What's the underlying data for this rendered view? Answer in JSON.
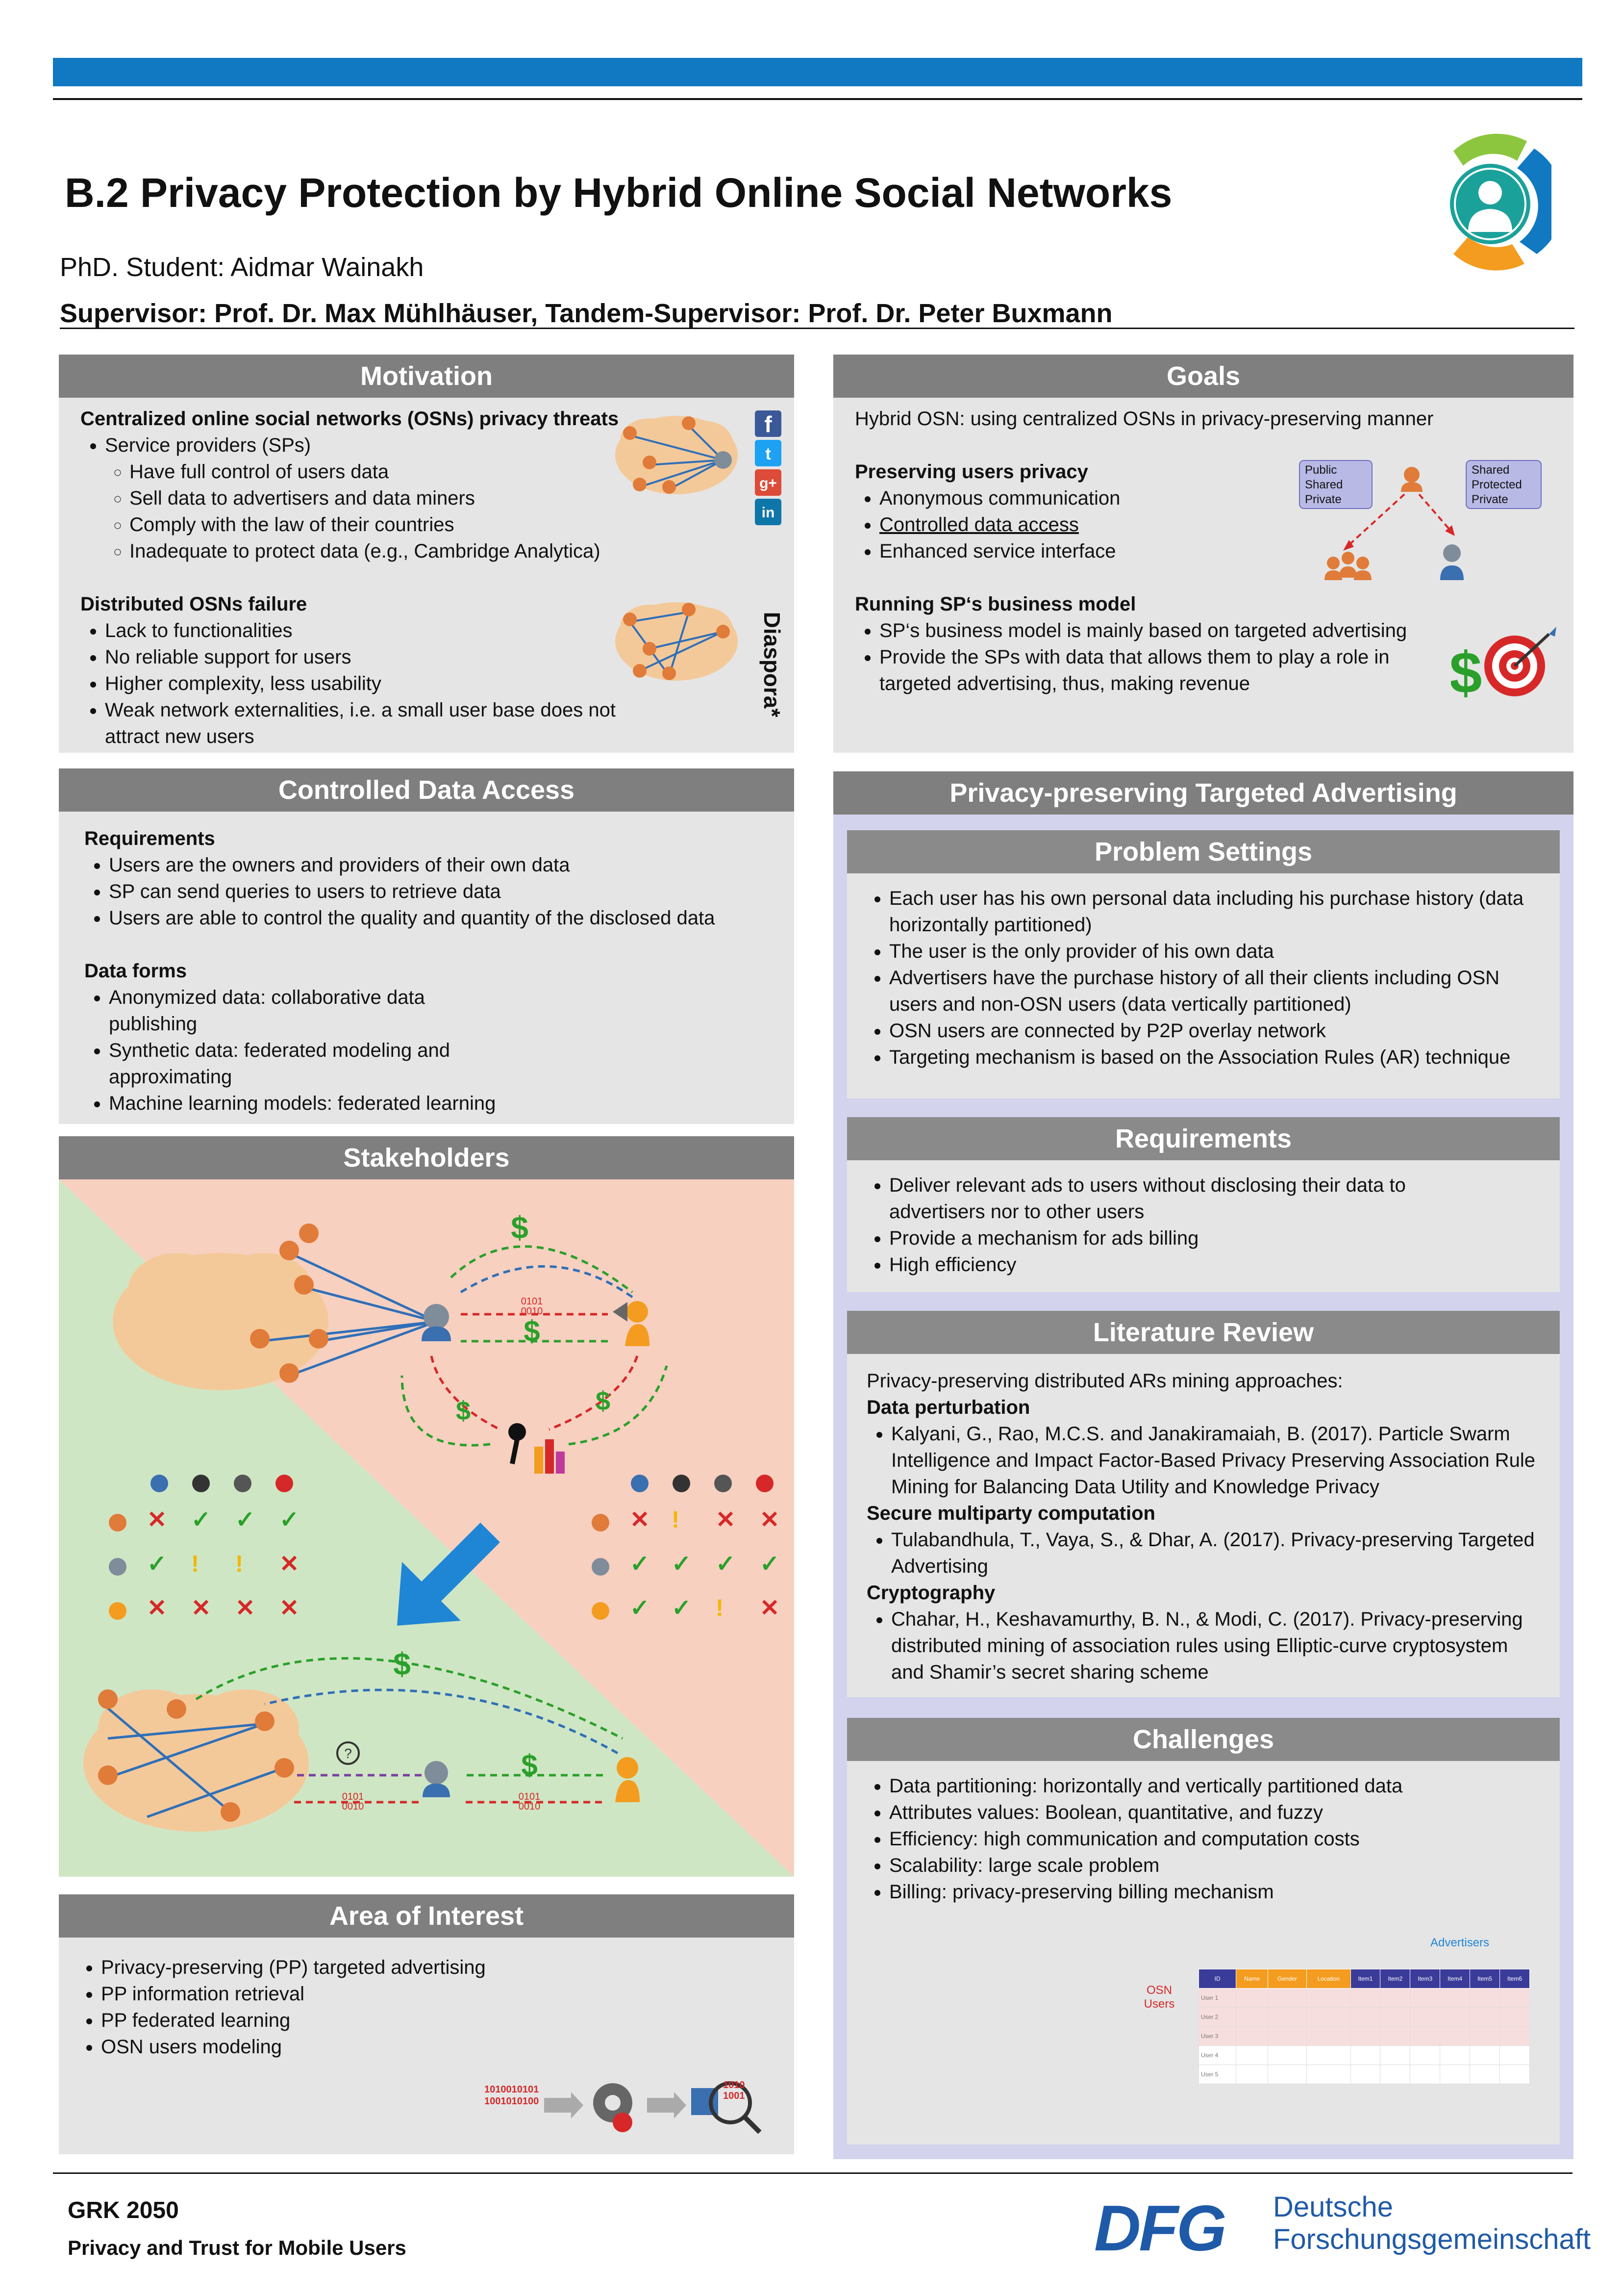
{
  "header": {
    "title": "B.2  Privacy Protection by Hybrid Online Social Networks",
    "student": "PhD. Student: Aidmar Wainakh",
    "supervisor": "Supervisor: Prof. Dr. Max Mühlhäuser, Tandem-Supervisor: Prof. Dr. Peter Buxmann"
  },
  "motivation": {
    "title": "Motivation",
    "h1": "Centralized online social networks (OSNs) privacy threats",
    "sp": "Service providers (SPs)",
    "sp_items": [
      "Have full control of users data",
      "Sell data to advertisers and data miners",
      "Comply with the law of their countries",
      "Inadequate to protect data (e.g., Cambridge Analytica)"
    ],
    "h2": "Distributed OSNs failure",
    "items2": [
      "Lack to functionalities",
      "No reliable support for users",
      "Higher complexity, less usability",
      "Weak network externalities, i.e. a small user base does not attract new users"
    ],
    "diaspora": "Diaspora*"
  },
  "goals": {
    "title": "Goals",
    "intro": "Hybrid OSN: using centralized OSNs in privacy-preserving manner",
    "h1": "Preserving users privacy",
    "items1": [
      "Anonymous communication",
      "Controlled data access",
      "Enhanced service interface"
    ],
    "h2": "Running SP‘s business model",
    "items2": [
      "SP‘s business model is mainly based on targeted advertising",
      "Provide the SPs with data that allows them to play a role in targeted advertising, thus, making revenue"
    ],
    "box_left": [
      "Public",
      "Shared",
      "Private"
    ],
    "box_right": [
      "Shared",
      "Protected",
      "Private"
    ]
  },
  "cda": {
    "title": "Controlled Data Access",
    "h1": "Requirements",
    "items1": [
      "Users are the owners and providers of their own data",
      "SP can send queries to users to retrieve data",
      "Users are able to control the quality and quantity of the disclosed data"
    ],
    "h2": "Data forms",
    "items2": [
      "Anonymized data: collaborative data publishing",
      "Synthetic data: federated modeling and approximating",
      "Machine learning models: federated learning"
    ]
  },
  "stakeholders": {
    "title": "Stakeholders",
    "bits": "0101\n0010"
  },
  "aoi": {
    "title": "Area of Interest",
    "items": [
      "Privacy-preserving (PP) targeted advertising",
      "PP information retrieval",
      "PP federated learning",
      "OSN users modeling"
    ],
    "bits1": "1010010101",
    "bits2": "1001010100",
    "bits3": "1010",
    "bits4": "1001"
  },
  "ppta": {
    "title": "Privacy-preserving Targeted Advertising",
    "problem_title": "Problem Settings",
    "problem_items": [
      "Each user has his own personal data including his purchase history (data horizontally partitioned)",
      "The user is the only provider of his own data",
      "Advertisers have the purchase history of all their clients including OSN users and non-OSN users (data vertically partitioned)",
      "OSN users are connected by P2P overlay network",
      "Targeting mechanism is based on the Association Rules (AR) technique"
    ],
    "req_title": "Requirements",
    "req_items": [
      "Deliver relevant ads to users without disclosing their data to advertisers nor to other users",
      "Provide a mechanism for ads billing",
      "High efficiency"
    ],
    "lit_title": "Literature Review",
    "lit_intro": "Privacy-preserving distributed ARs mining approaches:",
    "lit_h1": "Data perturbation",
    "lit_i1": "Kalyani, G., Rao, M.C.S. and Janakiramaiah, B. (2017). Particle Swarm Intelligence and Impact Factor-Based Privacy Preserving Association Rule Mining for Balancing Data Utility and Knowledge Privacy",
    "lit_h2": "Secure multiparty computation",
    "lit_i2": "Tulabandhula, T., Vaya, S., & Dhar, A. (2017). Privacy-preserving Targeted Advertising",
    "lit_h3": "Cryptography",
    "lit_i3": "Chahar, H., Keshavamurthy, B. N., & Modi, C. (2017). Privacy-preserving distributed mining of association rules using Elliptic-curve cryptosystem and Shamir’s secret sharing scheme",
    "ch_title": "Challenges",
    "ch_items": [
      "Data partitioning: horizontally and vertically partitioned data",
      "Attributes values: Boolean, quantitative, and fuzzy",
      "Efficiency: high communication and computation costs",
      "Scalability: large scale problem",
      "Billing: privacy-preserving billing mechanism"
    ],
    "adv_label": "Advertisers",
    "osn_label": "OSN\nUsers",
    "table_head": [
      "ID",
      "Name",
      "Gender",
      "Location",
      "Item1",
      "Item2",
      "Item3",
      "Item4",
      "Item5",
      "Item6"
    ],
    "table_rows": [
      "User 1",
      "User 2",
      "User 3",
      "User 4",
      "User 5"
    ]
  },
  "footer": {
    "grk": "GRK 2050",
    "sub": "Privacy and Trust for Mobile Users",
    "dfg": "DFG",
    "dfg1": "Deutsche",
    "dfg2": "Forschungsgemeinschaft"
  },
  "colors": {
    "topbar": "#1178c2",
    "panel": "#e5e5e5",
    "header": "#7f7f7f",
    "ppta_bg": "#d3d3ee",
    "dfg": "#1f5aa8"
  }
}
